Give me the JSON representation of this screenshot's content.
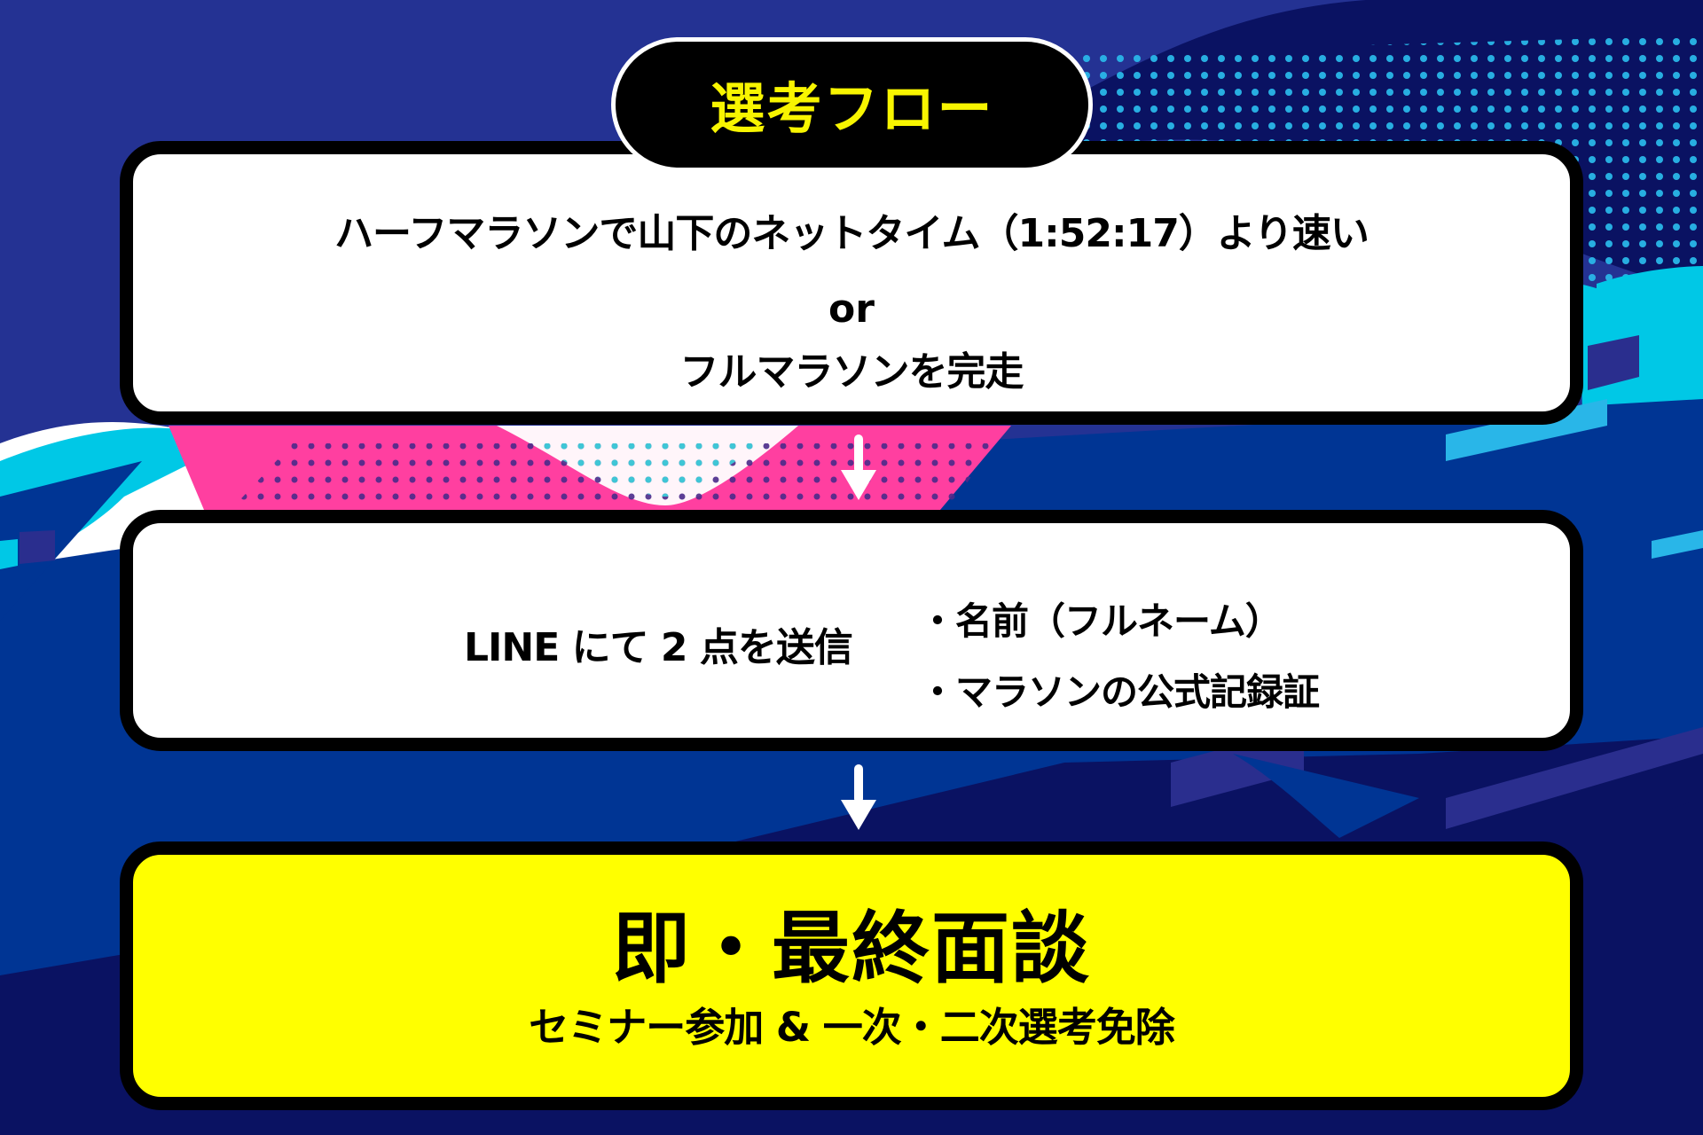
{
  "title_pill": {
    "label": "選考フロー"
  },
  "steps": [
    {
      "lines": [
        "ハーフマラソンで山下のネットタイム（1:52:17）より速い",
        "or",
        "フルマラソンを完走"
      ]
    },
    {
      "main": "LINE にて 2 点を送信",
      "items": [
        "・名前（フルネーム）",
        "・マラソンの公式記録証"
      ]
    },
    {
      "title": "即・最終面談",
      "subtitle": "セミナー参加 & 一次・二次選考免除"
    }
  ],
  "arrows": [
    {
      "icon": "arrow-down-icon"
    },
    {
      "icon": "arrow-down-icon"
    }
  ],
  "colors": {
    "background": "#243293",
    "mid_blue": "#003594",
    "navy": "#0A1262",
    "cyan": "#00C8E6",
    "pink": "#FF3FA0",
    "dot_purple": "#4A2A8A",
    "dot_cyan": "#29B6E8",
    "accent_yellow": "#FFFF00",
    "card_border": "#000000",
    "card_fill": "#FFFFFF"
  }
}
